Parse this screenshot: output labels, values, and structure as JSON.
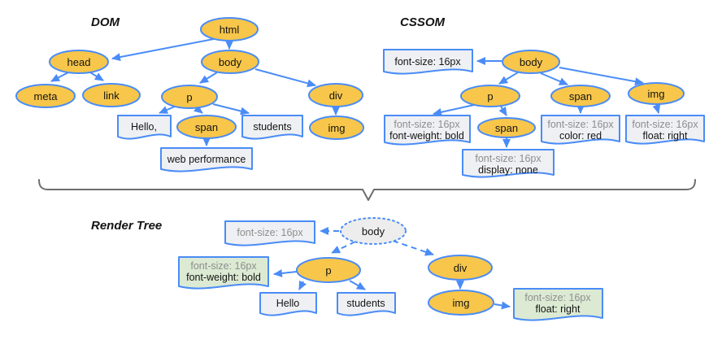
{
  "titles": {
    "dom": "DOM",
    "cssom": "CSSOM",
    "render": "Render Tree"
  },
  "colors": {
    "accent": "#4a8cf7",
    "node-fill": "#f7c64a",
    "doc-fill": "#eef0f3",
    "green-fill": "#dcead3",
    "dotted-fill": "#ededed",
    "muted-text": "#8e8e8e",
    "brace": "#6e6e6e"
  },
  "dom": {
    "nodes": {
      "html": "html",
      "head": "head",
      "body": "body",
      "meta": "meta",
      "link": "link",
      "p": "p",
      "span": "span",
      "div": "div",
      "img": "img"
    },
    "texts": {
      "hello": "Hello,",
      "students": "students",
      "web_performance": "web performance"
    }
  },
  "cssom": {
    "nodes": {
      "body": "body",
      "p": "p",
      "span_in_p": "span",
      "span": "span",
      "img": "img"
    },
    "boxes": {
      "body": {
        "line1": "font-size: 16px"
      },
      "p": {
        "line1": "font-size: 16px",
        "line2": "font-weight: bold"
      },
      "span_in_p": {
        "line1": "font-size: 16px",
        "line2": "display: none"
      },
      "span": {
        "line1": "font-size: 16px",
        "line2": "color: red"
      },
      "img": {
        "line1": "font-size: 16px",
        "line2": "float: right"
      }
    }
  },
  "render": {
    "nodes": {
      "body": "body",
      "p": "p",
      "div": "div",
      "img": "img"
    },
    "texts": {
      "hello": "Hello",
      "students": "students"
    },
    "boxes": {
      "body": {
        "line1": "font-size: 16px"
      },
      "p": {
        "line1": "font-size: 16px",
        "line2": "font-weight: bold"
      },
      "img": {
        "line1": "font-size: 16px",
        "line2": "float: right"
      }
    }
  }
}
